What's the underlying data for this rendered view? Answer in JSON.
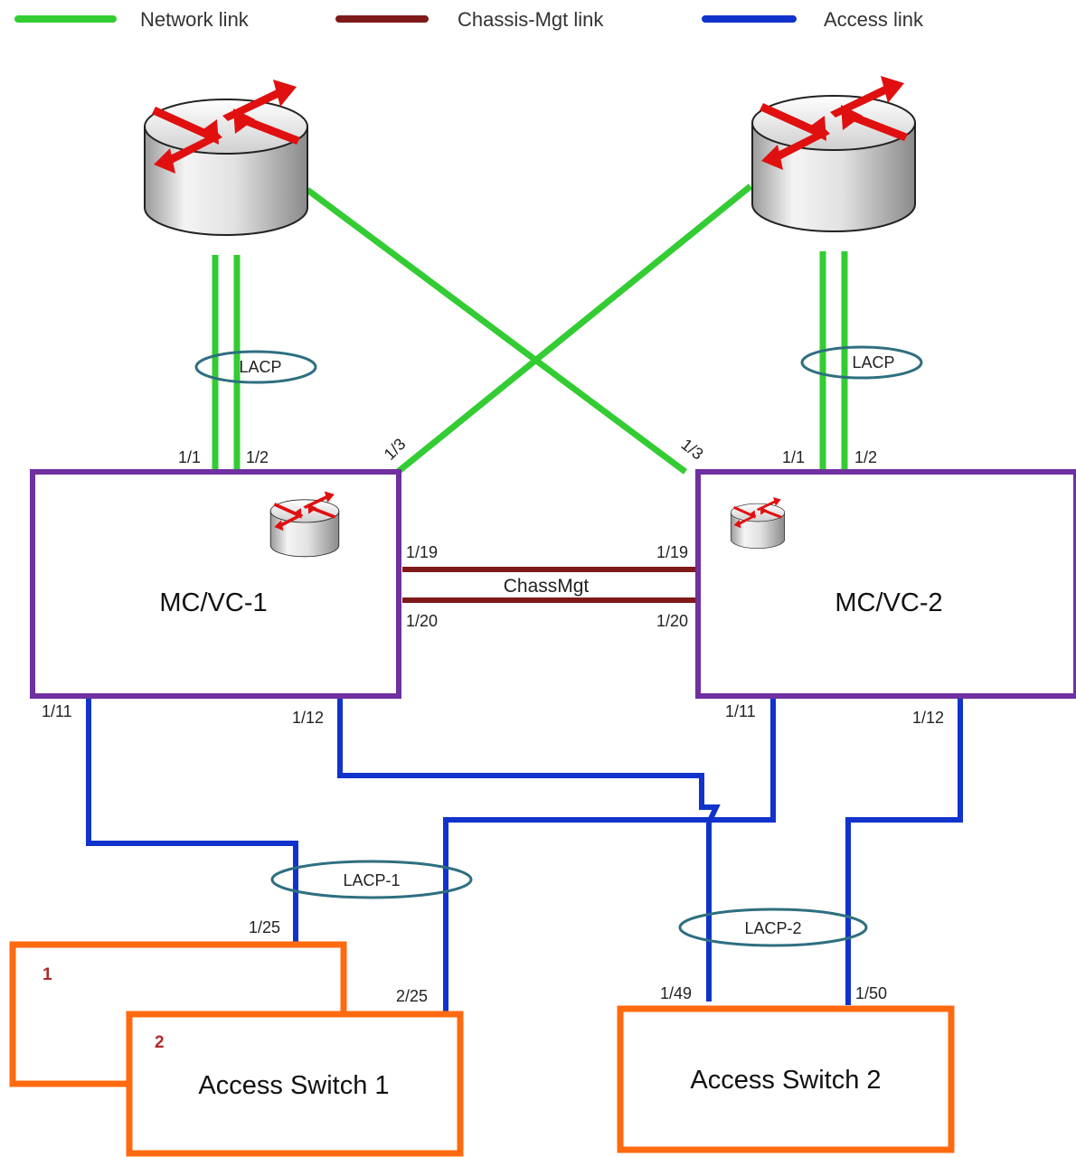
{
  "legend": {
    "network": "Network link",
    "chassis": "Chassis-Mgt link",
    "access": "Access link"
  },
  "colors": {
    "network": "#33cc33",
    "chassis": "#7f1a1a",
    "access": "#1133cc",
    "chassis_box": "#7030a0",
    "access_box": "#ff6a10",
    "lacp_ellipse": "#2e6f80",
    "router_arrow": "#e01010"
  },
  "nodes": {
    "mcvc1": "MC/VC-1",
    "mcvc2": "MC/VC-2",
    "as1": "Access Switch 1",
    "as2": "Access Switch 2",
    "as1_badge_a": "1",
    "as1_badge_b": "2"
  },
  "links": {
    "lacp_left": "LACP",
    "lacp_right": "LACP",
    "chassmgt": "ChassMgt",
    "lacp1": "LACP-1",
    "lacp2": "LACP-2"
  },
  "ports": {
    "vc1_1_1": "1/1",
    "vc1_1_2": "1/2",
    "vc1_1_3": "1/3",
    "vc2_1_3": "1/3",
    "vc2_1_1": "1/1",
    "vc2_1_2": "1/2",
    "vc1_1_19": "1/19",
    "vc1_1_20": "1/20",
    "vc2_1_19": "1/19",
    "vc2_1_20": "1/20",
    "vc1_1_11": "1/11",
    "vc1_1_12": "1/12",
    "vc2_1_11": "1/11",
    "vc2_1_12": "1/12",
    "as1_1_25": "1/25",
    "as1_2_25": "2/25",
    "as2_1_49": "1/49",
    "as2_1_50": "1/50"
  }
}
